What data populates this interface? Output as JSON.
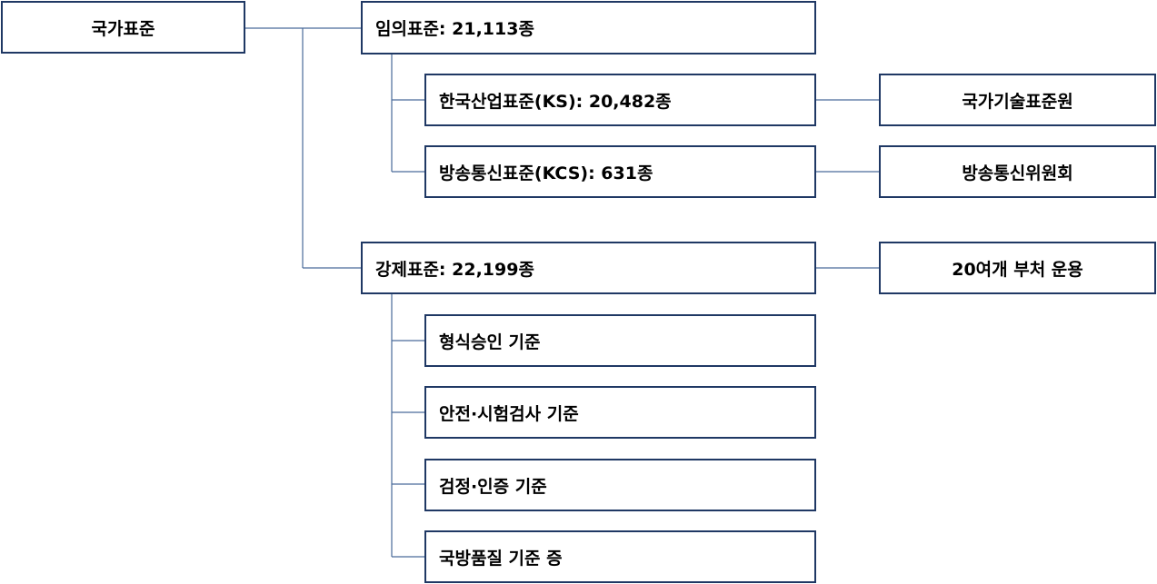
{
  "root": {
    "label": "국가표준"
  },
  "voluntary": {
    "label": "임의표준: 21,113종",
    "children": [
      {
        "label": "한국산업표준(KS): 20,482종",
        "agency": "국가기술표준원"
      },
      {
        "label": "방송통신표준(KCS): 631종",
        "agency": "방송통신위원회"
      }
    ]
  },
  "mandatory": {
    "label": "강제표준: 22,199종",
    "agency": "20여개 부처 운용",
    "children": [
      {
        "label": "형식승인 기준"
      },
      {
        "label": "안전·시험검사 기준"
      },
      {
        "label": "검정·인증 기준"
      },
      {
        "label": "국방품질 기준 증"
      }
    ]
  }
}
